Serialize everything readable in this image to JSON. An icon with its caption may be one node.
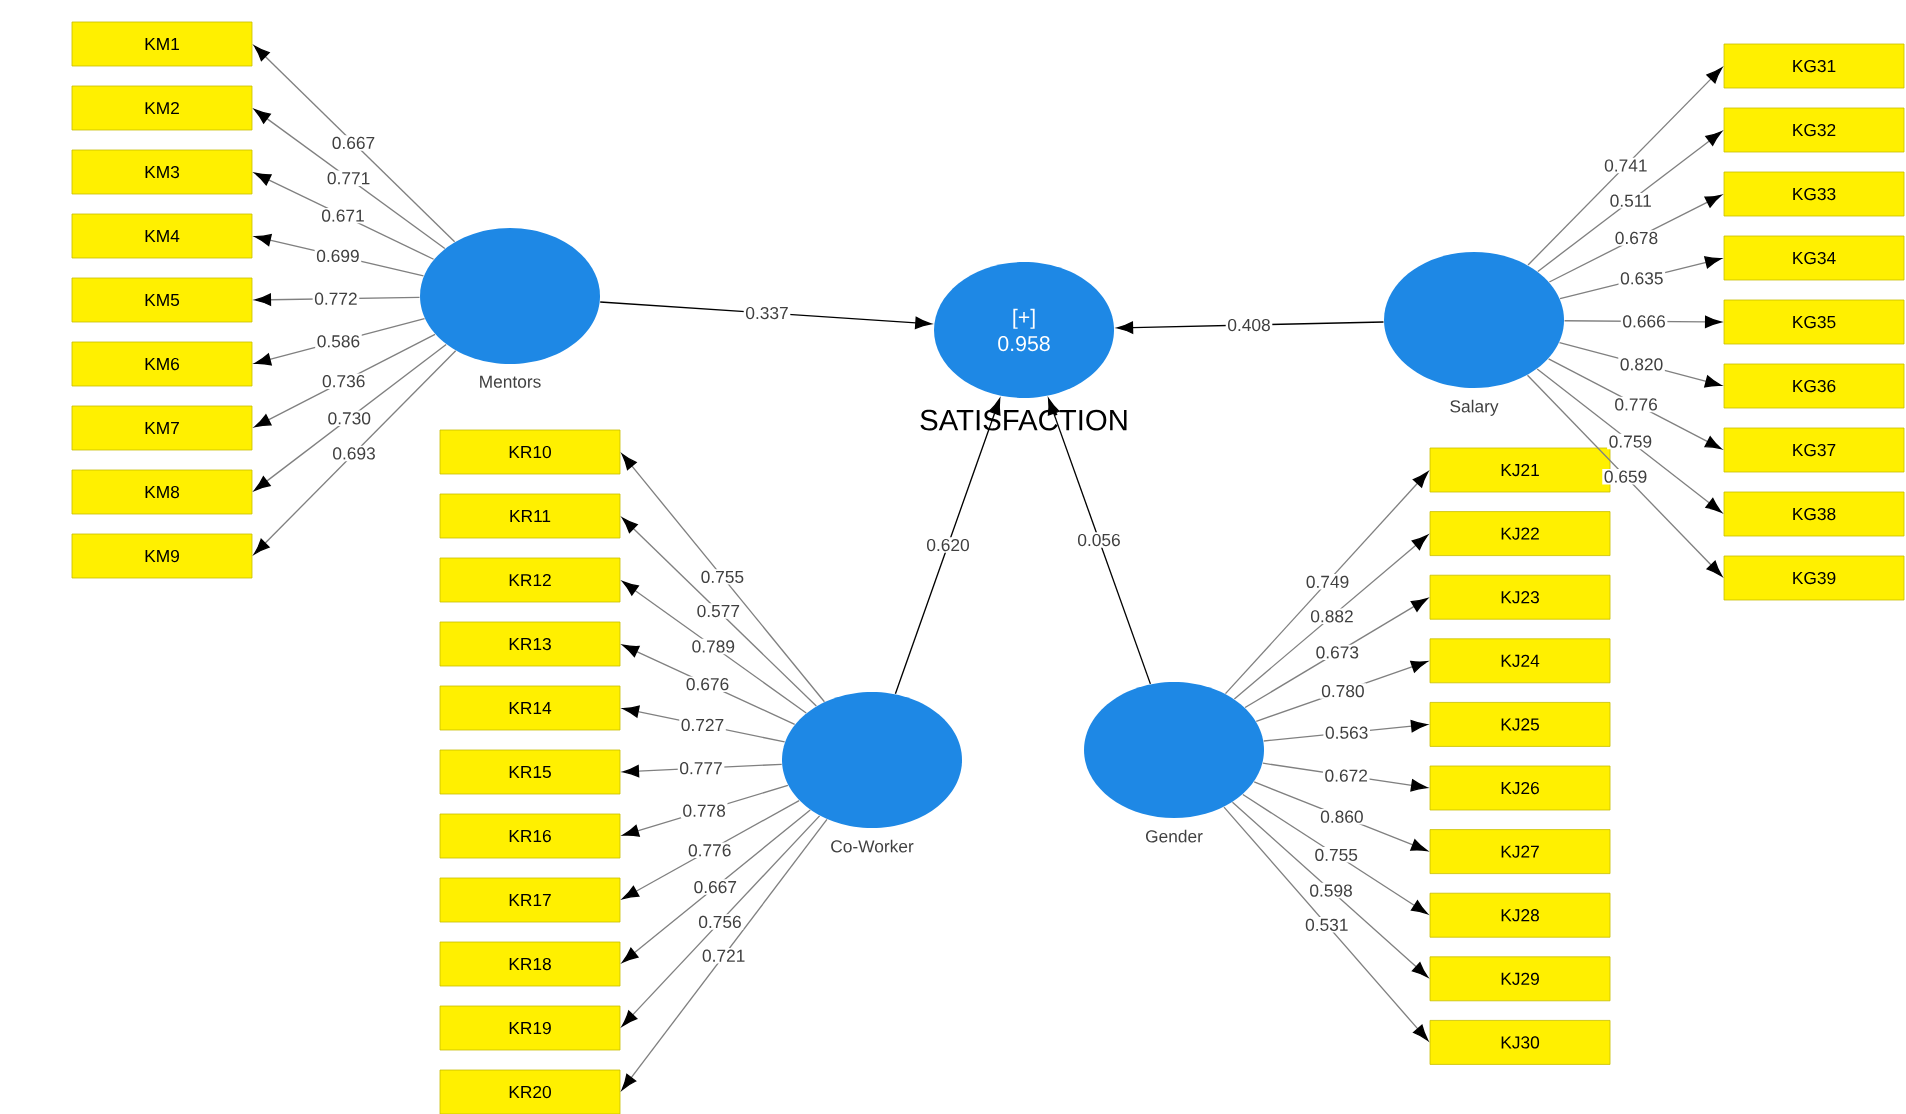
{
  "diagram": {
    "nodes": [
      {
        "text": [
          "KM1"
        ]
      },
      {
        "text": [
          "KM2"
        ]
      },
      {
        "text": [
          "KM3"
        ]
      },
      {
        "text": [
          "KM4"
        ]
      },
      {
        "text": [
          "KM5"
        ]
      },
      {
        "text": [
          "KM6"
        ]
      },
      {
        "text": [
          "KM7"
        ]
      },
      {
        "text": [
          "KM8"
        ]
      },
      {
        "text": [
          "KM9"
        ]
      },
      {
        "text": [],
        "shape": "circle",
        "beside": [
          "Mentors"
        ]
      },
      {
        "text": [
          "[+]",
          "0.958"
        ],
        "beside": [
          "SATISFACTION"
        ]
      },
      {
        "text": [],
        "shape": "circle",
        "beside": [
          "Salary"
        ]
      },
      {
        "text": [
          "KG31"
        ]
      },
      {
        "text": [
          "KG32"
        ]
      },
      {
        "text": [
          "KG33"
        ]
      },
      {
        "text": [
          "KG34"
        ]
      },
      {
        "text": [
          "KG35"
        ]
      },
      {
        "text": [
          "KG36"
        ]
      },
      {
        "text": [
          "KG37"
        ]
      },
      {
        "text": [
          "KG38"
        ]
      },
      {
        "text": [
          "KG39"
        ]
      },
      {
        "text": [
          "KR10"
        ]
      },
      {
        "text": [
          "KR11"
        ]
      },
      {
        "text": [
          "KR12"
        ]
      },
      {
        "text": [
          "KR13"
        ]
      },
      {
        "text": [
          "KR14"
        ]
      },
      {
        "text": [
          "KR15"
        ]
      },
      {
        "text": [
          "KR16"
        ]
      },
      {
        "text": [
          "KR17"
        ]
      },
      {
        "text": [
          "KR18"
        ]
      },
      {
        "text": [
          "KR19"
        ]
      },
      {
        "text": [
          "KR20"
        ]
      },
      {
        "text": [],
        "shape": "circle",
        "beside": [
          "Co-Worker"
        ]
      },
      {
        "text": [],
        "shape": "circle",
        "beside": [
          "Gender"
        ]
      },
      {
        "text": [
          "KJ21"
        ]
      },
      {
        "text": [
          "KJ22"
        ]
      },
      {
        "text": [
          "KJ23"
        ]
      },
      {
        "text": [
          "KJ24"
        ]
      },
      {
        "text": [
          "KJ25"
        ]
      },
      {
        "text": [
          "KJ26"
        ]
      },
      {
        "text": [
          "KJ27"
        ]
      },
      {
        "text": [
          "KJ28"
        ]
      },
      {
        "text": [
          "KJ29"
        ]
      },
      {
        "text": [
          "KJ30"
        ]
      }
    ],
    "edges": [
      {
        "from": 9,
        "to": 0,
        "arrow": "to",
        "label": "0.667"
      },
      {
        "from": 9,
        "to": 1,
        "arrow": "to",
        "label": "0.771"
      },
      {
        "from": 9,
        "to": 2,
        "arrow": "to",
        "label": "0.671"
      },
      {
        "from": 9,
        "to": 3,
        "arrow": "to",
        "label": "0.699"
      },
      {
        "from": 9,
        "to": 4,
        "arrow": "to",
        "label": "0.772"
      },
      {
        "from": 9,
        "to": 5,
        "arrow": "to",
        "label": "0.586"
      },
      {
        "from": 9,
        "to": 6,
        "arrow": "to",
        "label": "0.736"
      },
      {
        "from": 9,
        "to": 7,
        "arrow": "to",
        "label": "0.730"
      },
      {
        "from": 9,
        "to": 8,
        "arrow": "to",
        "label": "0.693"
      },
      {
        "from": 9,
        "to": 10,
        "arrow": "to",
        "label": "0.337",
        "color": "#000000"
      },
      {
        "from": 11,
        "to": 10,
        "arrow": "to",
        "label": "0.408",
        "color": "#000000"
      },
      {
        "from": 11,
        "to": 12,
        "arrow": "to",
        "label": "0.741"
      },
      {
        "from": 11,
        "to": 13,
        "arrow": "to",
        "label": "0.511"
      },
      {
        "from": 11,
        "to": 14,
        "arrow": "to",
        "label": "0.678"
      },
      {
        "from": 11,
        "to": 15,
        "arrow": "to",
        "label": "0.635"
      },
      {
        "from": 11,
        "to": 16,
        "arrow": "to",
        "label": "0.666"
      },
      {
        "from": 11,
        "to": 17,
        "arrow": "to",
        "label": "0.820"
      },
      {
        "from": 11,
        "to": 18,
        "arrow": "to",
        "label": "0.776"
      },
      {
        "from": 11,
        "to": 19,
        "arrow": "to",
        "label": "0.759"
      },
      {
        "from": 11,
        "to": 20,
        "arrow": "to",
        "label": "0.659"
      },
      {
        "from": 32,
        "to": 21,
        "arrow": "to",
        "label": "0.755"
      },
      {
        "from": 32,
        "to": 22,
        "arrow": "to",
        "label": "0.577"
      },
      {
        "from": 32,
        "to": 23,
        "arrow": "to",
        "label": "0.789"
      },
      {
        "from": 32,
        "to": 24,
        "arrow": "to",
        "label": "0.676"
      },
      {
        "from": 32,
        "to": 25,
        "arrow": "to",
        "label": "0.727"
      },
      {
        "from": 32,
        "to": 26,
        "arrow": "to",
        "label": "0.777"
      },
      {
        "from": 32,
        "to": 27,
        "arrow": "to",
        "label": "0.778"
      },
      {
        "from": 32,
        "to": 28,
        "arrow": "to",
        "label": "0.776"
      },
      {
        "from": 32,
        "to": 29,
        "arrow": "to",
        "label": "0.667"
      },
      {
        "from": 32,
        "to": 30,
        "arrow": "to",
        "label": "0.756"
      },
      {
        "from": 32,
        "to": 31,
        "arrow": "to",
        "label": "0.721"
      },
      {
        "from": 32,
        "to": 10,
        "arrow": "to",
        "label": "0.620",
        "color": "#000000"
      },
      {
        "from": 33,
        "to": 10,
        "arrow": "to",
        "label": "0.056",
        "color": "#000000"
      },
      {
        "from": 33,
        "to": 34,
        "arrow": "to",
        "label": "0.749"
      },
      {
        "from": 33,
        "to": 35,
        "arrow": "to",
        "label": "0.882"
      },
      {
        "from": 33,
        "to": 36,
        "arrow": "to",
        "label": "0.673"
      },
      {
        "from": 33,
        "to": 37,
        "arrow": "to",
        "label": "0.780"
      },
      {
        "from": 33,
        "to": 38,
        "arrow": "to",
        "label": "0.563"
      },
      {
        "from": 33,
        "to": 39,
        "arrow": "to",
        "label": "0.672"
      },
      {
        "from": 33,
        "to": 40,
        "arrow": "to",
        "label": "0.860"
      },
      {
        "from": 33,
        "to": 41,
        "arrow": "to",
        "label": "0.755"
      },
      {
        "from": 33,
        "to": 42,
        "arrow": "to",
        "label": "0.598"
      },
      {
        "from": 33,
        "to": 43,
        "arrow": "to",
        "label": "0.531"
      }
    ]
  }
}
